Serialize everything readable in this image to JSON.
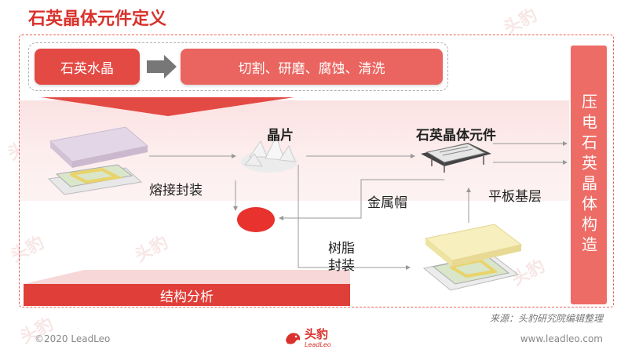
{
  "page": {
    "title": "石英晶体元件定义"
  },
  "process": {
    "input": "石英水晶",
    "steps": "切割、研磨、腐蚀、清洗"
  },
  "labels": {
    "wafer": "晶片",
    "component": "石英晶体元件",
    "welding": "熔接封装",
    "metal_cap": "金属帽",
    "flat_base": "平板基层",
    "resin_line1": "树脂",
    "resin_line2": "封装",
    "structure": "结构分析"
  },
  "side": {
    "text": "压电石英晶体构造"
  },
  "footer": {
    "source": "来源：头豹研究院编辑整理",
    "copyright": "©2020 LeadLeo",
    "website": "www.leadleo.com",
    "brand_name": "头豹",
    "brand_sub": "LeadLeo"
  },
  "colors": {
    "accent": "#d9312b",
    "button": "#e34a44",
    "band": "#fbe2e2"
  }
}
